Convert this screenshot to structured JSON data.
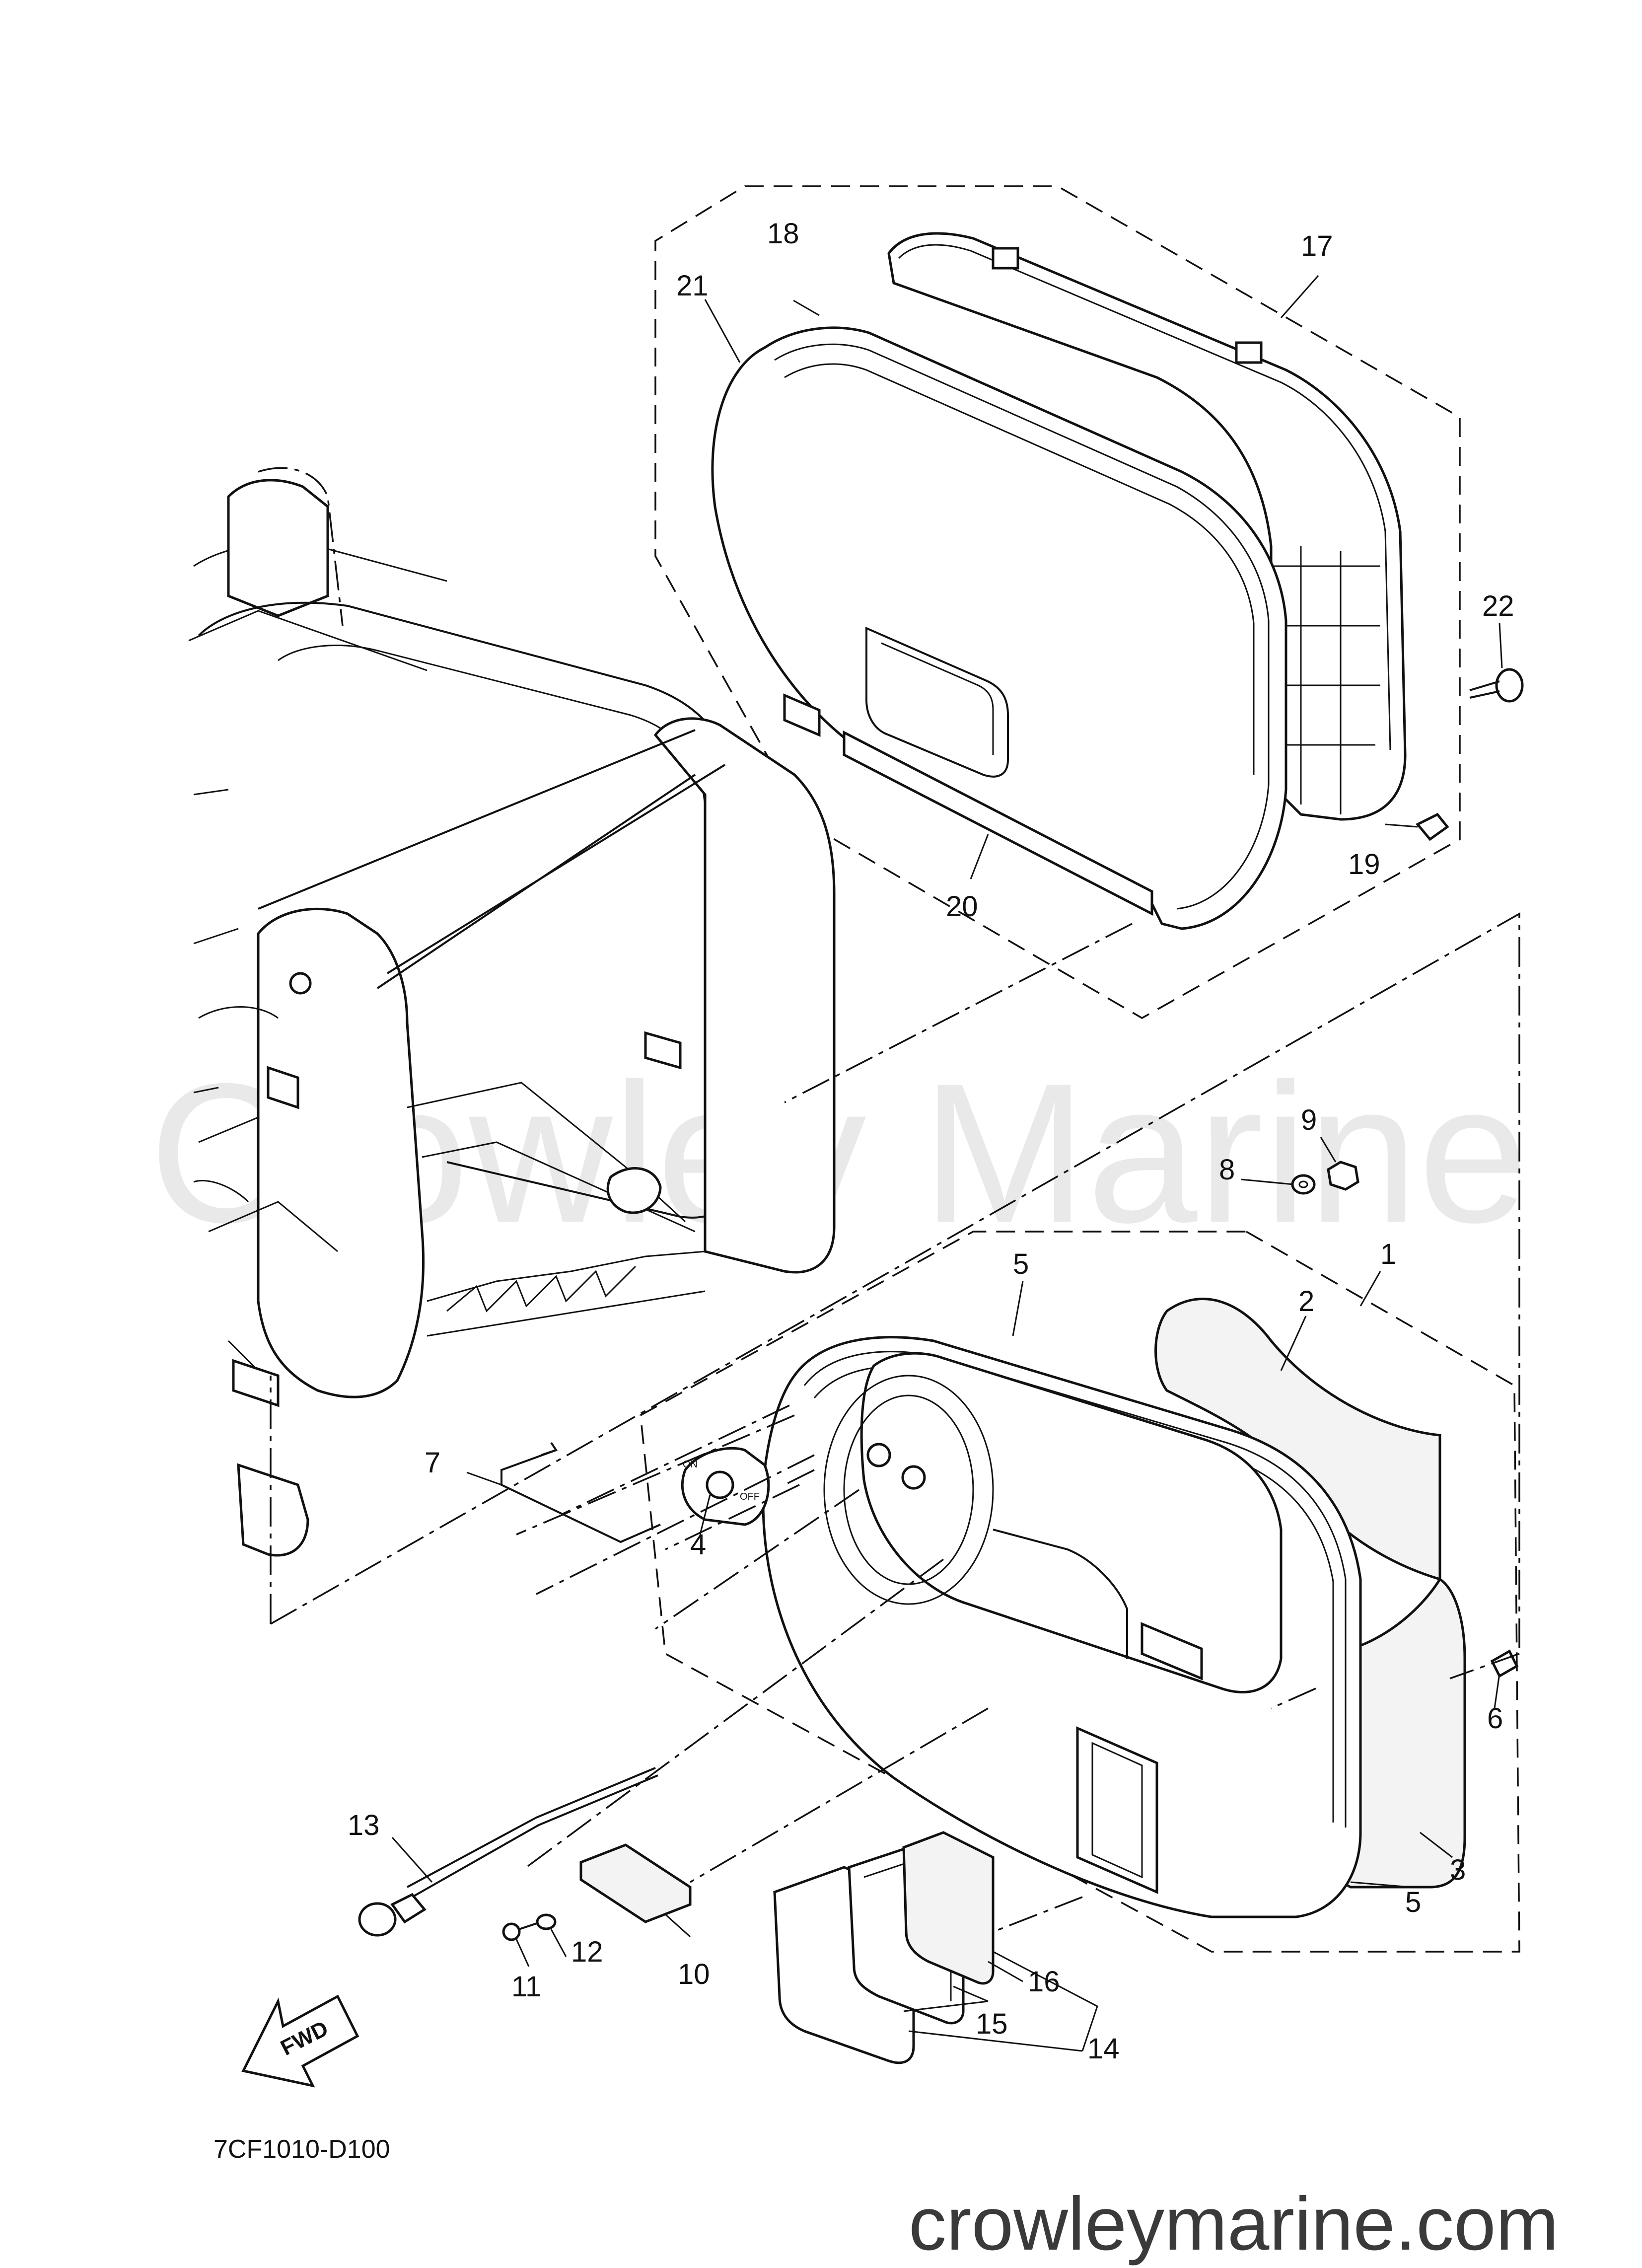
{
  "watermark": "Crowley Marine",
  "website": "crowleymarine.com",
  "diagram_code": "7CF1010-D100",
  "fwd_arrow": "FWD",
  "switch_plate": {
    "on_label": "ON",
    "off_label": "OFF"
  },
  "callouts": {
    "c1": "1",
    "c2": "2",
    "c3": "3",
    "c4": "4",
    "c5a": "5",
    "c5b": "5",
    "c6": "6",
    "c7": "7",
    "c8": "8",
    "c9": "9",
    "c10": "10",
    "c11": "11",
    "c12": "12",
    "c13": "13",
    "c14": "14",
    "c15": "15",
    "c16": "16",
    "c17": "17",
    "c18": "18",
    "c19": "19",
    "c20": "20",
    "c21": "21",
    "c22": "22"
  }
}
